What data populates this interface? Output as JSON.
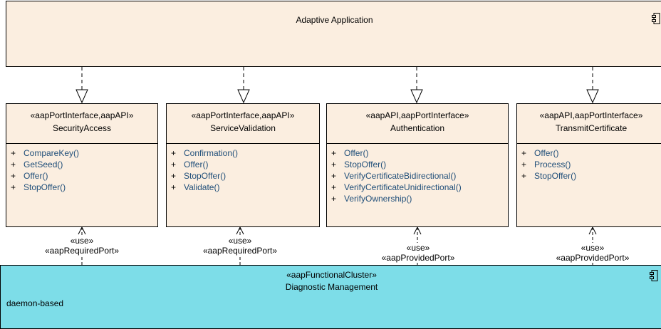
{
  "top_component": {
    "title": "Adaptive Application",
    "icon": "component-icon"
  },
  "interfaces": [
    {
      "stereotype": "«aapPortInterface,aapAPI»",
      "name": "SecurityAccess",
      "ops": [
        "CompareKey()",
        "GetSeed()",
        "Offer()",
        "StopOffer()"
      ]
    },
    {
      "stereotype": "«aapPortInterface,aapAPI»",
      "name": "ServiceValidation",
      "ops": [
        "Confirmation()",
        "Offer()",
        "StopOffer()",
        "Validate()"
      ]
    },
    {
      "stereotype": "«aapAPI,aapPortInterface»",
      "name": "Authentication",
      "ops": [
        "Offer()",
        "StopOffer()",
        "VerifyCertificateBidirectional()",
        "VerifyCertificateUnidirectional()",
        "VerifyOwnership()"
      ]
    },
    {
      "stereotype": "«aapAPI,aapPortInterface»",
      "name": "TransmitCertificate",
      "ops": [
        "Offer()",
        "Process()",
        "StopOffer()"
      ]
    }
  ],
  "op_prefix": "+",
  "use_labels": [
    {
      "use": "«use»",
      "port": "«aapRequiredPort»"
    },
    {
      "use": "«use»",
      "port": "«aapRequiredPort»"
    },
    {
      "use": "«use»",
      "port": "«aapProvidedPort»"
    },
    {
      "use": "«use»",
      "port": "«aapProvidedPort»"
    }
  ],
  "bottom_component": {
    "stereotype": "«aapFunctionalCluster»",
    "title": "Diagnostic Management",
    "note": "daemon-based",
    "icon": "component-icon"
  }
}
